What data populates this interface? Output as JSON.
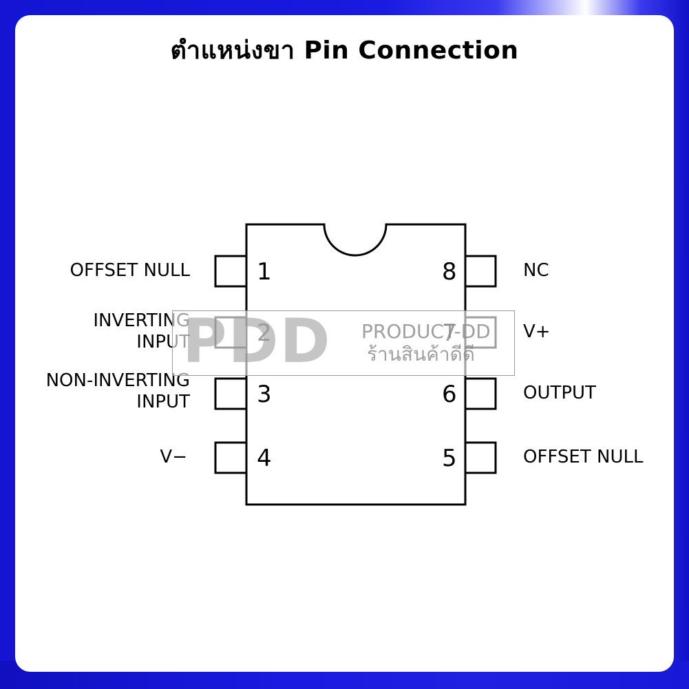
{
  "title": "ตำแหน่งขา Pin Connection",
  "colors": {
    "frame": "#1a1ae0",
    "card": "#ffffff",
    "ink": "#000000",
    "watermark": "#8a8a8a"
  },
  "pins": {
    "left": [
      {
        "number": "1",
        "label_lines": [
          "OFFSET NULL"
        ]
      },
      {
        "number": "2",
        "label_lines": [
          "INVERTING",
          "INPUT"
        ]
      },
      {
        "number": "3",
        "label_lines": [
          "NON-INVERTING",
          "INPUT"
        ]
      },
      {
        "number": "4",
        "label_lines": [
          "V−"
        ]
      }
    ],
    "right": [
      {
        "number": "8",
        "label_lines": [
          "NC"
        ]
      },
      {
        "number": "7",
        "label_lines": [
          "V+"
        ]
      },
      {
        "number": "6",
        "label_lines": [
          "OUTPUT"
        ]
      },
      {
        "number": "5",
        "label_lines": [
          "OFFSET NULL"
        ]
      }
    ]
  },
  "watermark": {
    "logo": "PDD",
    "line1": "PRODUCT-DD",
    "line2": "ร้านสินค้าดีดี"
  }
}
